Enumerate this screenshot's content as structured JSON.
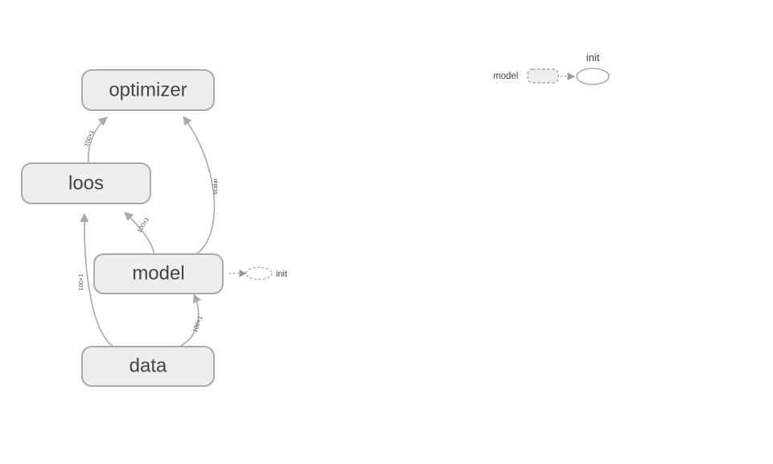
{
  "graph": {
    "nodes": [
      {
        "id": "optimizer",
        "label": "optimizer"
      },
      {
        "id": "loos",
        "label": "loos"
      },
      {
        "id": "model",
        "label": "model"
      },
      {
        "id": "data",
        "label": "data"
      }
    ],
    "edges": [
      {
        "from": "loos",
        "to": "optimizer",
        "label": "100×1"
      },
      {
        "from": "model",
        "to": "optimizer",
        "label": "scalar"
      },
      {
        "from": "model",
        "to": "loos",
        "label": "100×1"
      },
      {
        "from": "data",
        "to": "loos",
        "label": "100×1"
      },
      {
        "from": "data",
        "to": "model",
        "label": "100×1"
      }
    ],
    "annotations": [
      {
        "id": "model-init",
        "label": "init",
        "attached_to": "model",
        "style": "dashed-ellipse"
      }
    ]
  },
  "legend": {
    "node_label": "model",
    "init_label": "init"
  },
  "colors": {
    "node_fill": "#eeeeee",
    "node_stroke": "#aaaaaa",
    "edge_stroke": "#aaaaaa",
    "text": "#444444",
    "background": "#ffffff"
  }
}
